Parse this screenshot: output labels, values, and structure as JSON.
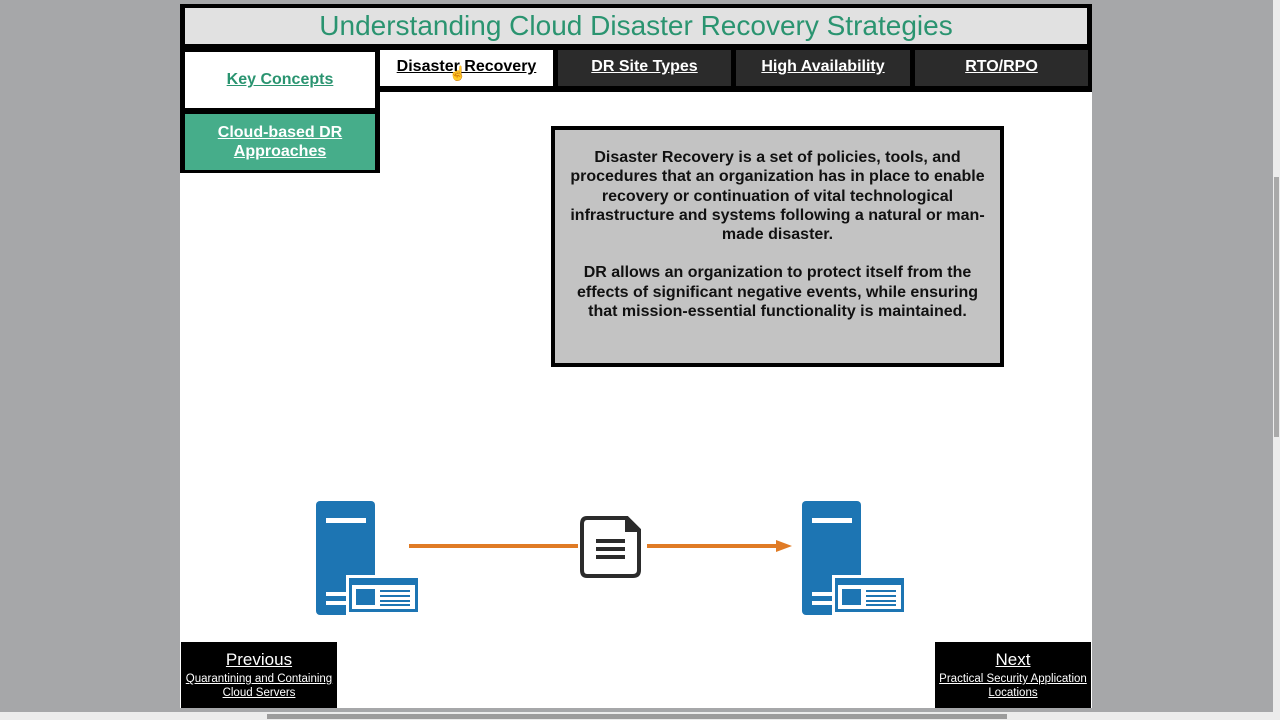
{
  "header": {
    "title": "Understanding Cloud Disaster Recovery Strategies"
  },
  "tabs": [
    {
      "label": "Disaster Recovery",
      "active": true
    },
    {
      "label": "DR Site Types",
      "active": false
    },
    {
      "label": "High Availability",
      "active": false
    },
    {
      "label": "RTO/RPO",
      "active": false
    }
  ],
  "sidebar": {
    "items": [
      {
        "label": "Key Concepts"
      },
      {
        "label": "Cloud-based DR Approaches"
      }
    ]
  },
  "content": {
    "paragraphs": [
      "Disaster Recovery is a set of policies, tools, and procedures that an organization has in place to enable recovery or continuation of vital technological infrastructure and systems following a natural or man-made disaster.",
      "DR allows an organization to protect itself from the effects of significant negative events, while ensuring that mission-essential functionality is maintained."
    ]
  },
  "diagram": {
    "source_icon": "server-icon",
    "transfer_icon": "document-icon",
    "target_icon": "server-icon",
    "colors": {
      "server": "#1d75b3",
      "arrow": "#e07b25",
      "document": "#2b2b2b"
    }
  },
  "navigation": {
    "previous": {
      "label": "Previous",
      "title": "Quarantining and Containing Cloud Servers"
    },
    "next": {
      "label": "Next",
      "title": "Practical Security Application Locations"
    }
  },
  "colors": {
    "accent": "#2a9470",
    "accent_fill": "#46ad8a",
    "tab_bg": "#2b2b2b",
    "panel_bg": "#c3c3c3"
  }
}
